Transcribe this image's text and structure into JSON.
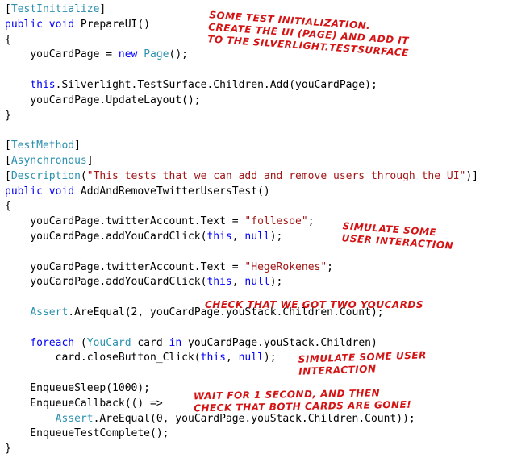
{
  "colors": {
    "background": "#ffffff",
    "attribute": "#2b91af",
    "keyword": "#0000ff",
    "string": "#a31515",
    "plain": "#000000",
    "annotation": "#d41414"
  },
  "code": {
    "lines": [
      [
        {
          "t": "[",
          "c": "plain"
        },
        {
          "t": "TestInitialize",
          "c": "attr"
        },
        {
          "t": "]",
          "c": "plain"
        }
      ],
      [
        {
          "t": "public",
          "c": "kw"
        },
        {
          "t": " ",
          "c": "plain"
        },
        {
          "t": "void",
          "c": "kw"
        },
        {
          "t": " PrepareUI()",
          "c": "plain"
        }
      ],
      [
        {
          "t": "{",
          "c": "plain"
        }
      ],
      [
        {
          "t": "    youCardPage = ",
          "c": "plain"
        },
        {
          "t": "new",
          "c": "kw"
        },
        {
          "t": " ",
          "c": "plain"
        },
        {
          "t": "Page",
          "c": "attr"
        },
        {
          "t": "();",
          "c": "plain"
        }
      ],
      [],
      [
        {
          "t": "    ",
          "c": "plain"
        },
        {
          "t": "this",
          "c": "kw"
        },
        {
          "t": ".Silverlight.TestSurface.Children.Add(youCardPage);",
          "c": "plain"
        }
      ],
      [
        {
          "t": "    youCardPage.UpdateLayout();",
          "c": "plain"
        }
      ],
      [
        {
          "t": "}",
          "c": "plain"
        }
      ],
      [],
      [
        {
          "t": "[",
          "c": "plain"
        },
        {
          "t": "TestMethod",
          "c": "attr"
        },
        {
          "t": "]",
          "c": "plain"
        }
      ],
      [
        {
          "t": "[",
          "c": "plain"
        },
        {
          "t": "Asynchronous",
          "c": "attr"
        },
        {
          "t": "]",
          "c": "plain"
        }
      ],
      [
        {
          "t": "[",
          "c": "plain"
        },
        {
          "t": "Description",
          "c": "attr"
        },
        {
          "t": "(",
          "c": "plain"
        },
        {
          "t": "\"This tests that we can add and remove users through the UI\"",
          "c": "str"
        },
        {
          "t": ")]",
          "c": "plain"
        }
      ],
      [
        {
          "t": "public",
          "c": "kw"
        },
        {
          "t": " ",
          "c": "plain"
        },
        {
          "t": "void",
          "c": "kw"
        },
        {
          "t": " AddAndRemoveTwitterUsersTest()",
          "c": "plain"
        }
      ],
      [
        {
          "t": "{",
          "c": "plain"
        }
      ],
      [
        {
          "t": "    youCardPage.twitterAccount.Text = ",
          "c": "plain"
        },
        {
          "t": "\"follesoe\"",
          "c": "str"
        },
        {
          "t": ";",
          "c": "plain"
        }
      ],
      [
        {
          "t": "    youCardPage.addYouCardClick(",
          "c": "plain"
        },
        {
          "t": "this",
          "c": "kw"
        },
        {
          "t": ", ",
          "c": "plain"
        },
        {
          "t": "null",
          "c": "kw"
        },
        {
          "t": ");",
          "c": "plain"
        }
      ],
      [],
      [
        {
          "t": "    youCardPage.twitterAccount.Text = ",
          "c": "plain"
        },
        {
          "t": "\"HegeRokenes\"",
          "c": "str"
        },
        {
          "t": ";",
          "c": "plain"
        }
      ],
      [
        {
          "t": "    youCardPage.addYouCardClick(",
          "c": "plain"
        },
        {
          "t": "this",
          "c": "kw"
        },
        {
          "t": ", ",
          "c": "plain"
        },
        {
          "t": "null",
          "c": "kw"
        },
        {
          "t": ");",
          "c": "plain"
        }
      ],
      [],
      [
        {
          "t": "    ",
          "c": "plain"
        },
        {
          "t": "Assert",
          "c": "attr"
        },
        {
          "t": ".AreEqual(2, youCardPage.youStack.Children.Count);",
          "c": "plain"
        }
      ],
      [],
      [
        {
          "t": "    ",
          "c": "plain"
        },
        {
          "t": "foreach",
          "c": "kw"
        },
        {
          "t": " (",
          "c": "plain"
        },
        {
          "t": "YouCard",
          "c": "attr"
        },
        {
          "t": " card ",
          "c": "plain"
        },
        {
          "t": "in",
          "c": "kw"
        },
        {
          "t": " youCardPage.youStack.Children)",
          "c": "plain"
        }
      ],
      [
        {
          "t": "        card.closeButton_Click(",
          "c": "plain"
        },
        {
          "t": "this",
          "c": "kw"
        },
        {
          "t": ", ",
          "c": "plain"
        },
        {
          "t": "null",
          "c": "kw"
        },
        {
          "t": ");",
          "c": "plain"
        }
      ],
      [],
      [
        {
          "t": "    EnqueueSleep(1000);",
          "c": "plain"
        }
      ],
      [
        {
          "t": "    EnqueueCallback(() =>",
          "c": "plain"
        }
      ],
      [
        {
          "t": "        ",
          "c": "plain"
        },
        {
          "t": "Assert",
          "c": "attr"
        },
        {
          "t": ".AreEqual(0, youCardPage.youStack.Children.Count));",
          "c": "plain"
        }
      ],
      [
        {
          "t": "    EnqueueTestComplete();",
          "c": "plain"
        }
      ],
      [
        {
          "t": "}",
          "c": "plain"
        }
      ]
    ]
  },
  "annotations": {
    "init": "SOME TEST INITIALIZATION.\nCREATE THE UI (PAGE) AND ADD IT\nTO THE SILVERLIGHT.TESTSURFACE",
    "simulate1": "SIMULATE SOME\nUSER INTERACTION",
    "check": "CHECK THAT WE GOT TWO YOUCARDS",
    "simulate2": "SIMULATE SOME USER\nINTERACTION",
    "wait": "WAIT FOR 1 SECOND, AND THEN\nCHECK THAT BOTH CARDS ARE GONE!"
  }
}
